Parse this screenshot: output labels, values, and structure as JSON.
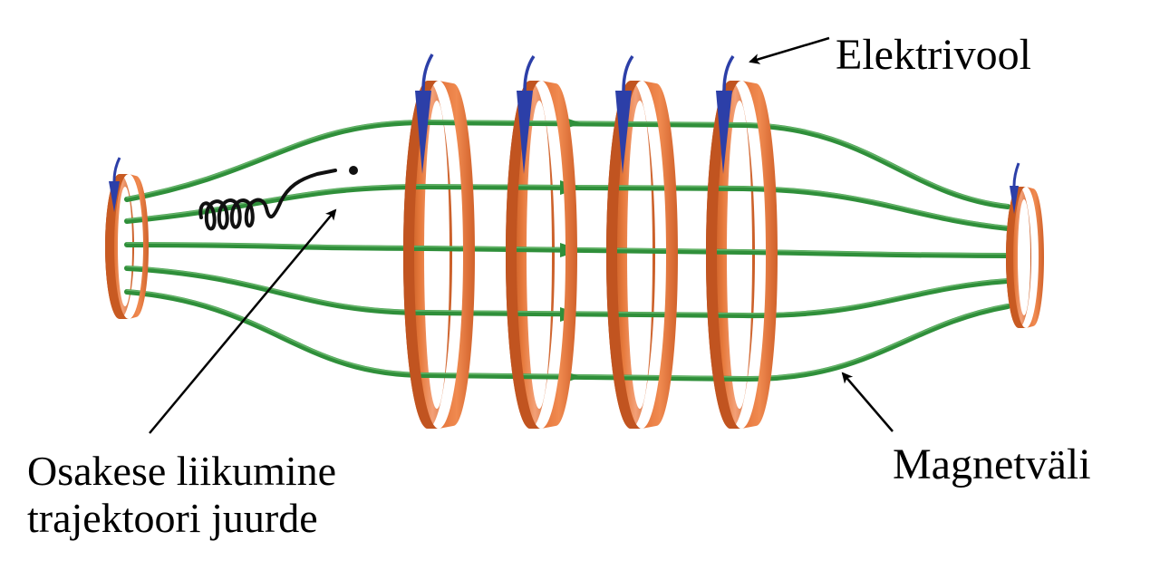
{
  "labels": {
    "current": "Elektrivool",
    "magnetic_field": "Magnetväli",
    "particle_line1": "Osakese liikumine",
    "particle_line2": "trajektoori juurde"
  },
  "colors": {
    "ring_face": "#e06a2c",
    "ring_edge": "#b24a16",
    "ring_highlight": "#f6a57a",
    "field_line": "#2f8f3a",
    "field_line_dark": "#1f6a28",
    "current_arrow": "#2c3fa8",
    "particle_path": "#111111",
    "annotation_arrow": "#000000"
  },
  "icons": [
    "current-direction-arrow-icon",
    "field-direction-arrow-icon",
    "particle-dot-icon"
  ]
}
